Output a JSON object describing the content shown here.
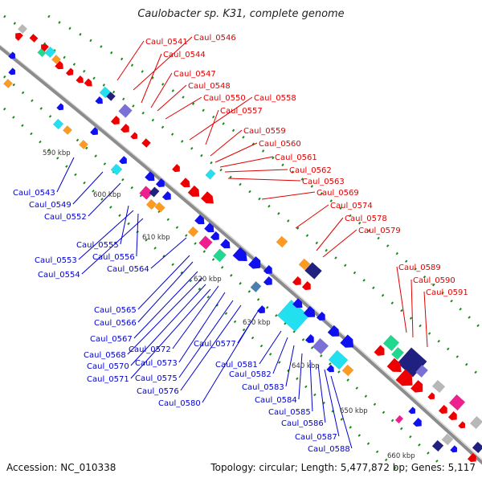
{
  "title": "Caulobacter sp. K31, complete genome",
  "accession": "Accession: NC_010338",
  "topology": "Topology: circular; Length: 5,477,872 bp; Genes: 5,117",
  "colors": {
    "backbone": "#8c8c8c",
    "forward_label": "#e00000",
    "reverse_label": "#0000d0",
    "tick": "#1a8a1a",
    "gene_red": "#ee0000",
    "gene_blue": "#1010ee",
    "gene_cyan": "#22e0f0",
    "gene_violet": "#7a70d8",
    "gene_navy": "#202080",
    "gene_orange": "#ff9a20",
    "gene_magenta": "#ee2090",
    "gene_green": "#20d890",
    "gene_steel": "#4a80b0",
    "gene_gray": "#b8b8b8"
  },
  "kbp_ticks": [
    "590 kbp",
    "600 kbp",
    "610 kbp",
    "620 kbp",
    "630 kbp",
    "640 kbp",
    "650 kbp",
    "660 kbp"
  ],
  "forward_genes": [
    "Caul_0541",
    "Caul_0546",
    "Caul_0544",
    "Caul_0547",
    "Caul_0548",
    "Caul_0550",
    "Caul_0558",
    "Caul_0557",
    "Caul_0559",
    "Caul_0560",
    "Caul_0561",
    "Caul_0562",
    "Caul_0563",
    "Caul_0569",
    "Caul_0574",
    "Caul_0578",
    "Caul_0579",
    "Caul_0589",
    "Caul_0590",
    "Caul_0591"
  ],
  "reverse_genes": [
    "Caul_0543",
    "Caul_0549",
    "Caul_0552",
    "Caul_0555",
    "Caul_0553",
    "Caul_0556",
    "Caul_0554",
    "Caul_0564",
    "Caul_0565",
    "Caul_0566",
    "Caul_0567",
    "Caul_0568",
    "Caul_0572",
    "Caul_0570",
    "Caul_0573",
    "Caul_0571",
    "Caul_0577",
    "Caul_0575",
    "Caul_0576",
    "Caul_0580",
    "Caul_0581",
    "Caul_0582",
    "Caul_0583",
    "Caul_0584",
    "Caul_0585",
    "Caul_0586",
    "Caul_0587",
    "Caul_0588"
  ]
}
